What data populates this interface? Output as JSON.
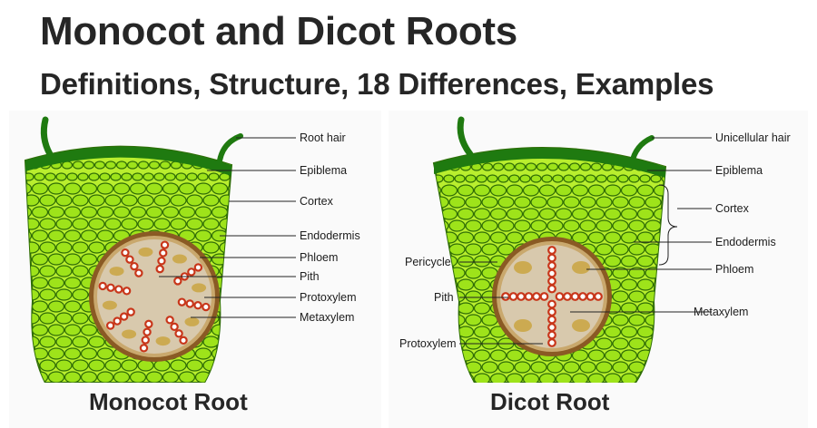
{
  "header": {
    "title": "Monocot and Dicot Roots",
    "subtitle": "Definitions, Structure, 18 Differences, Examples"
  },
  "monocot": {
    "caption": "Monocot Root",
    "labels": {
      "root_hair": "Root hair",
      "epiblema": "Epiblema",
      "cortex": "Cortex",
      "endodermis": "Endodermis",
      "phloem": "Phloem",
      "pith": "Pith",
      "protoxylem": "Protoxylem",
      "metaxylem": "Metaxylem"
    }
  },
  "dicot": {
    "caption": "Dicot Root",
    "labels": {
      "unicellular_hair": "Unicellular hair",
      "epiblema": "Epiblema",
      "cortex": "Cortex",
      "endodermis": "Endodermis",
      "phloem": "Phloem",
      "metaxylem": "Metaxylem",
      "pericycle": "Pericycle",
      "pith": "Pith",
      "protoxylem": "Protoxylem"
    }
  },
  "colors": {
    "epidermis": "#1f7a10",
    "cortex_cell": "#9ee31a",
    "cortex_outline": "#2f6d06",
    "stele": "#d8c9ad",
    "endodermis_ring": "#8a5a24",
    "xylem": "#c8361a",
    "phloem": "#c9a23a"
  }
}
